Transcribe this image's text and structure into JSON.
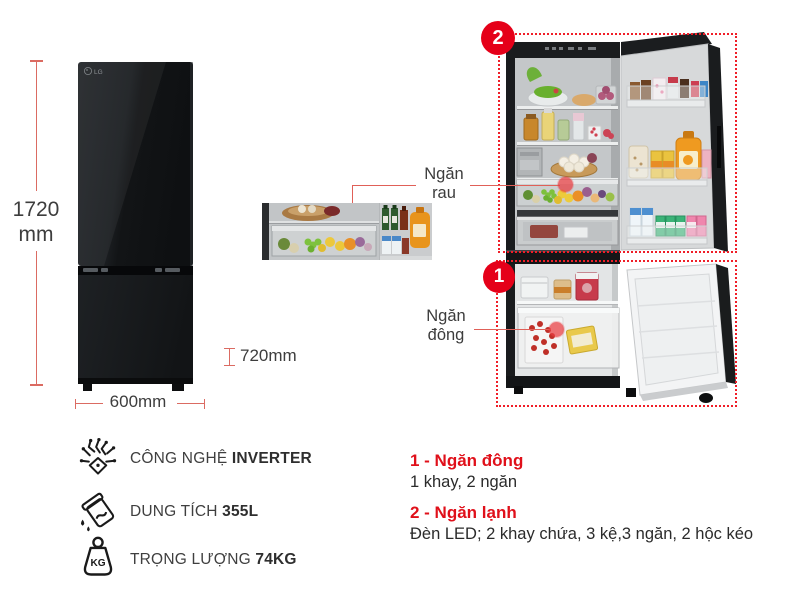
{
  "annotations": {
    "height": "1720\nmm",
    "width": "600mm",
    "depth": "720mm",
    "veg_label": "Ngăn\nrau",
    "freezer_label": "Ngăn\nđông",
    "badge_fridge": "2",
    "badge_freezer": "1"
  },
  "brand": {
    "logo": "LG"
  },
  "features": [
    {
      "icon": "inverter-circuit-icon",
      "prefix": "CÔNG NGHỆ ",
      "value": "INVERTER"
    },
    {
      "icon": "capacity-icon",
      "prefix": "DUNG TÍCH ",
      "value": "355L"
    },
    {
      "icon": "weight-kg-icon",
      "prefix": "TRỌNG LƯỢNG ",
      "value": "74KG",
      "icon_label": "KG"
    }
  ],
  "legend": [
    {
      "heading": "1 - Ngăn đông",
      "description": "1 khay, 2 ngăn"
    },
    {
      "heading": "2 - Ngăn lạnh",
      "description": "Đèn LED; 2 khay chứa, 3 kệ,3 ngăn,\n2 hộc kéo"
    }
  ],
  "colors": {
    "badge_red": "#e50019",
    "dashed_red": "#f01e28",
    "heading_red": "#e0101a",
    "dimension_line": "#db6b62",
    "connector_line": "#e06058",
    "text_dark": "#3a3a3a"
  }
}
